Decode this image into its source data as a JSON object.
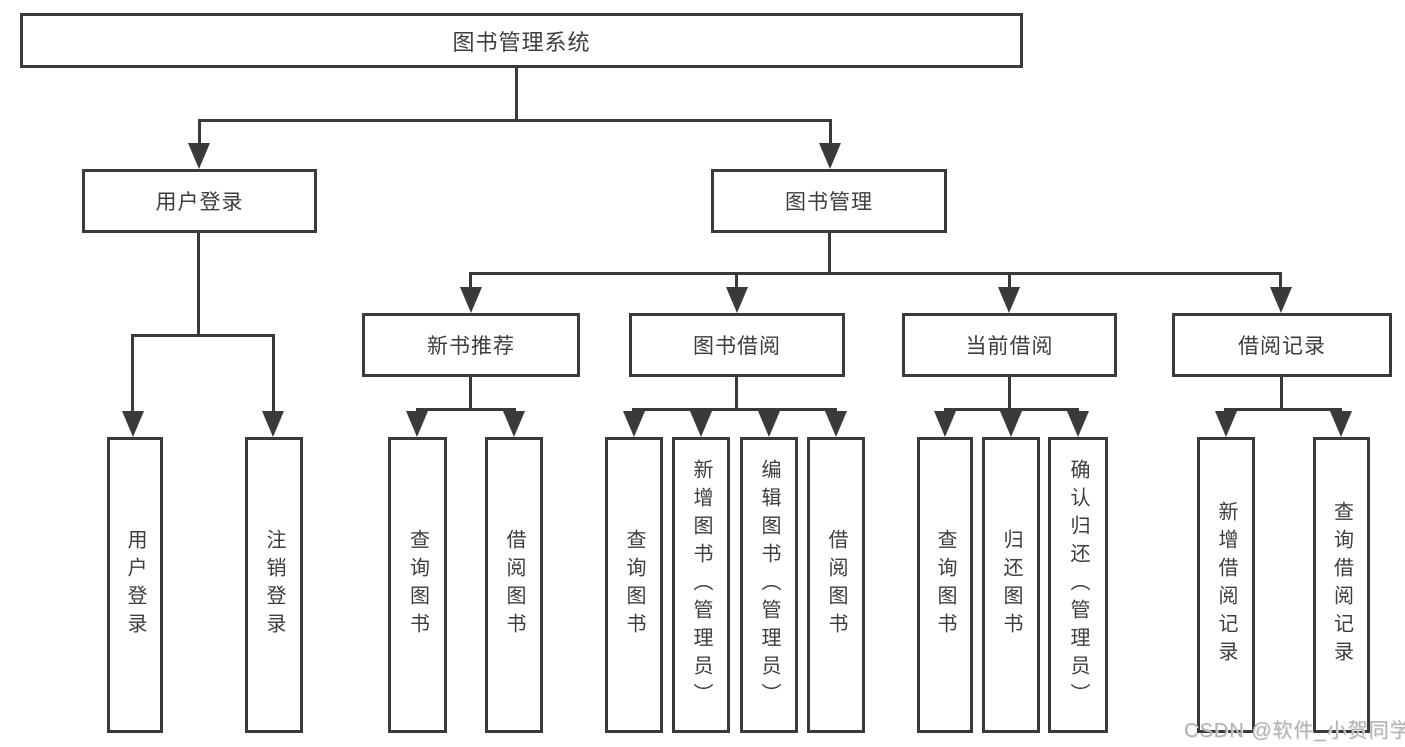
{
  "tree": {
    "root": {
      "label": "图书管理系统"
    },
    "branches": [
      {
        "label": "用户登录",
        "children": [
          {
            "label": "用户登录"
          },
          {
            "label": "注销登录"
          }
        ]
      },
      {
        "label": "图书管理",
        "groups": [
          {
            "label": "新书推荐",
            "children": [
              {
                "label": "查询图书"
              },
              {
                "label": "借阅图书"
              }
            ]
          },
          {
            "label": "图书借阅",
            "children": [
              {
                "label": "查询图书"
              },
              {
                "label": "新增图书（管理员）"
              },
              {
                "label": "编辑图书（管理员）"
              },
              {
                "label": "借阅图书"
              }
            ]
          },
          {
            "label": "当前借阅",
            "children": [
              {
                "label": "查询图书"
              },
              {
                "label": "归还图书"
              },
              {
                "label": "确认归还（管理员）"
              }
            ]
          },
          {
            "label": "借阅记录",
            "children": [
              {
                "label": "新增借阅记录"
              },
              {
                "label": "查询借阅记录"
              }
            ]
          }
        ]
      }
    ]
  },
  "watermark": "CSDN @软件_小贺同学",
  "colors": {
    "line": "#3a3a3a",
    "text": "#3d3d3d",
    "watermark": "#b2b2b2",
    "background": "#ffffff"
  }
}
